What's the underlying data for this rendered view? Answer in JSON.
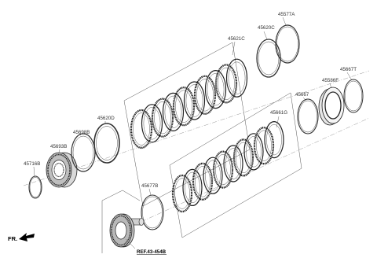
{
  "parts": [
    {
      "id": "p45621c",
      "label": "45621C"
    },
    {
      "id": "p45620c",
      "label": "45620C"
    },
    {
      "id": "p45577a",
      "label": "45577A"
    },
    {
      "id": "p45667t",
      "label": "45667T"
    },
    {
      "id": "p45586f",
      "label": "45586F"
    },
    {
      "id": "p45667",
      "label": "45667"
    },
    {
      "id": "p45661g",
      "label": "45661G"
    },
    {
      "id": "p45620d",
      "label": "45620D"
    },
    {
      "id": "p45698b",
      "label": "45698B"
    },
    {
      "id": "p45693b",
      "label": "45693B"
    },
    {
      "id": "p45716b",
      "label": "45716B"
    },
    {
      "id": "p45677b",
      "label": "45677B"
    }
  ],
  "reference_label": "REF.43-454B",
  "direction_label": "FR."
}
